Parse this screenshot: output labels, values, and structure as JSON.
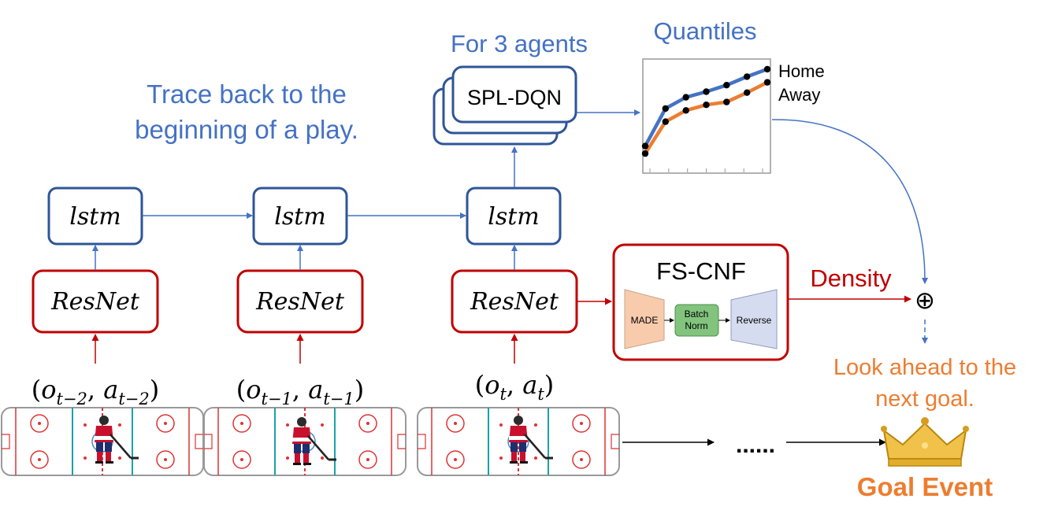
{
  "captions": {
    "trace_line1": "Trace back to the",
    "trace_line2": "beginning of a play.",
    "agents": "For 3 agents",
    "quantiles": "Quantiles",
    "lookahead_line1": "Look ahead to the",
    "lookahead_line2": "next goal.",
    "goal_event": "Goal Event",
    "ellipsis": "......",
    "density": "Density",
    "oplus": "⊕"
  },
  "blocks": {
    "lstm": "lstm",
    "resnet": "ResNet",
    "spl_dqn": "SPL-DQN",
    "fs_cnf": "FS-CNF",
    "made": "MADE",
    "batch_norm_1": "Batch",
    "batch_norm_2": "Norm",
    "reverse": "Reverse"
  },
  "inputs": [
    {
      "o": "o",
      "o_sub": "t−2",
      "a": "a",
      "a_sub": "t−2"
    },
    {
      "o": "o",
      "o_sub": "t−1",
      "a": "a",
      "a_sub": "t−1"
    },
    {
      "o": "o",
      "o_sub": "t",
      "a": "a",
      "a_sub": "t"
    }
  ],
  "legend": {
    "home": "Home",
    "away": "Away"
  },
  "colors": {
    "blue": "#4472c4",
    "dark_blue": "#2f5597",
    "red": "#c00000",
    "orange": "#ed7d31",
    "green": "#82c47e",
    "made_fill": "#f8cbad",
    "reverse_fill": "#d6dcf0"
  },
  "chart_data": {
    "type": "line",
    "title": "Quantiles",
    "x": [
      1,
      2,
      3,
      4,
      5,
      6,
      7
    ],
    "series": [
      {
        "name": "Home",
        "values": [
          0.18,
          0.58,
          0.7,
          0.76,
          0.83,
          0.92,
          1.0
        ]
      },
      {
        "name": "Away",
        "values": [
          0.1,
          0.44,
          0.56,
          0.62,
          0.65,
          0.75,
          0.86
        ]
      }
    ],
    "ylim": [
      0,
      1.1
    ],
    "grid": false
  }
}
